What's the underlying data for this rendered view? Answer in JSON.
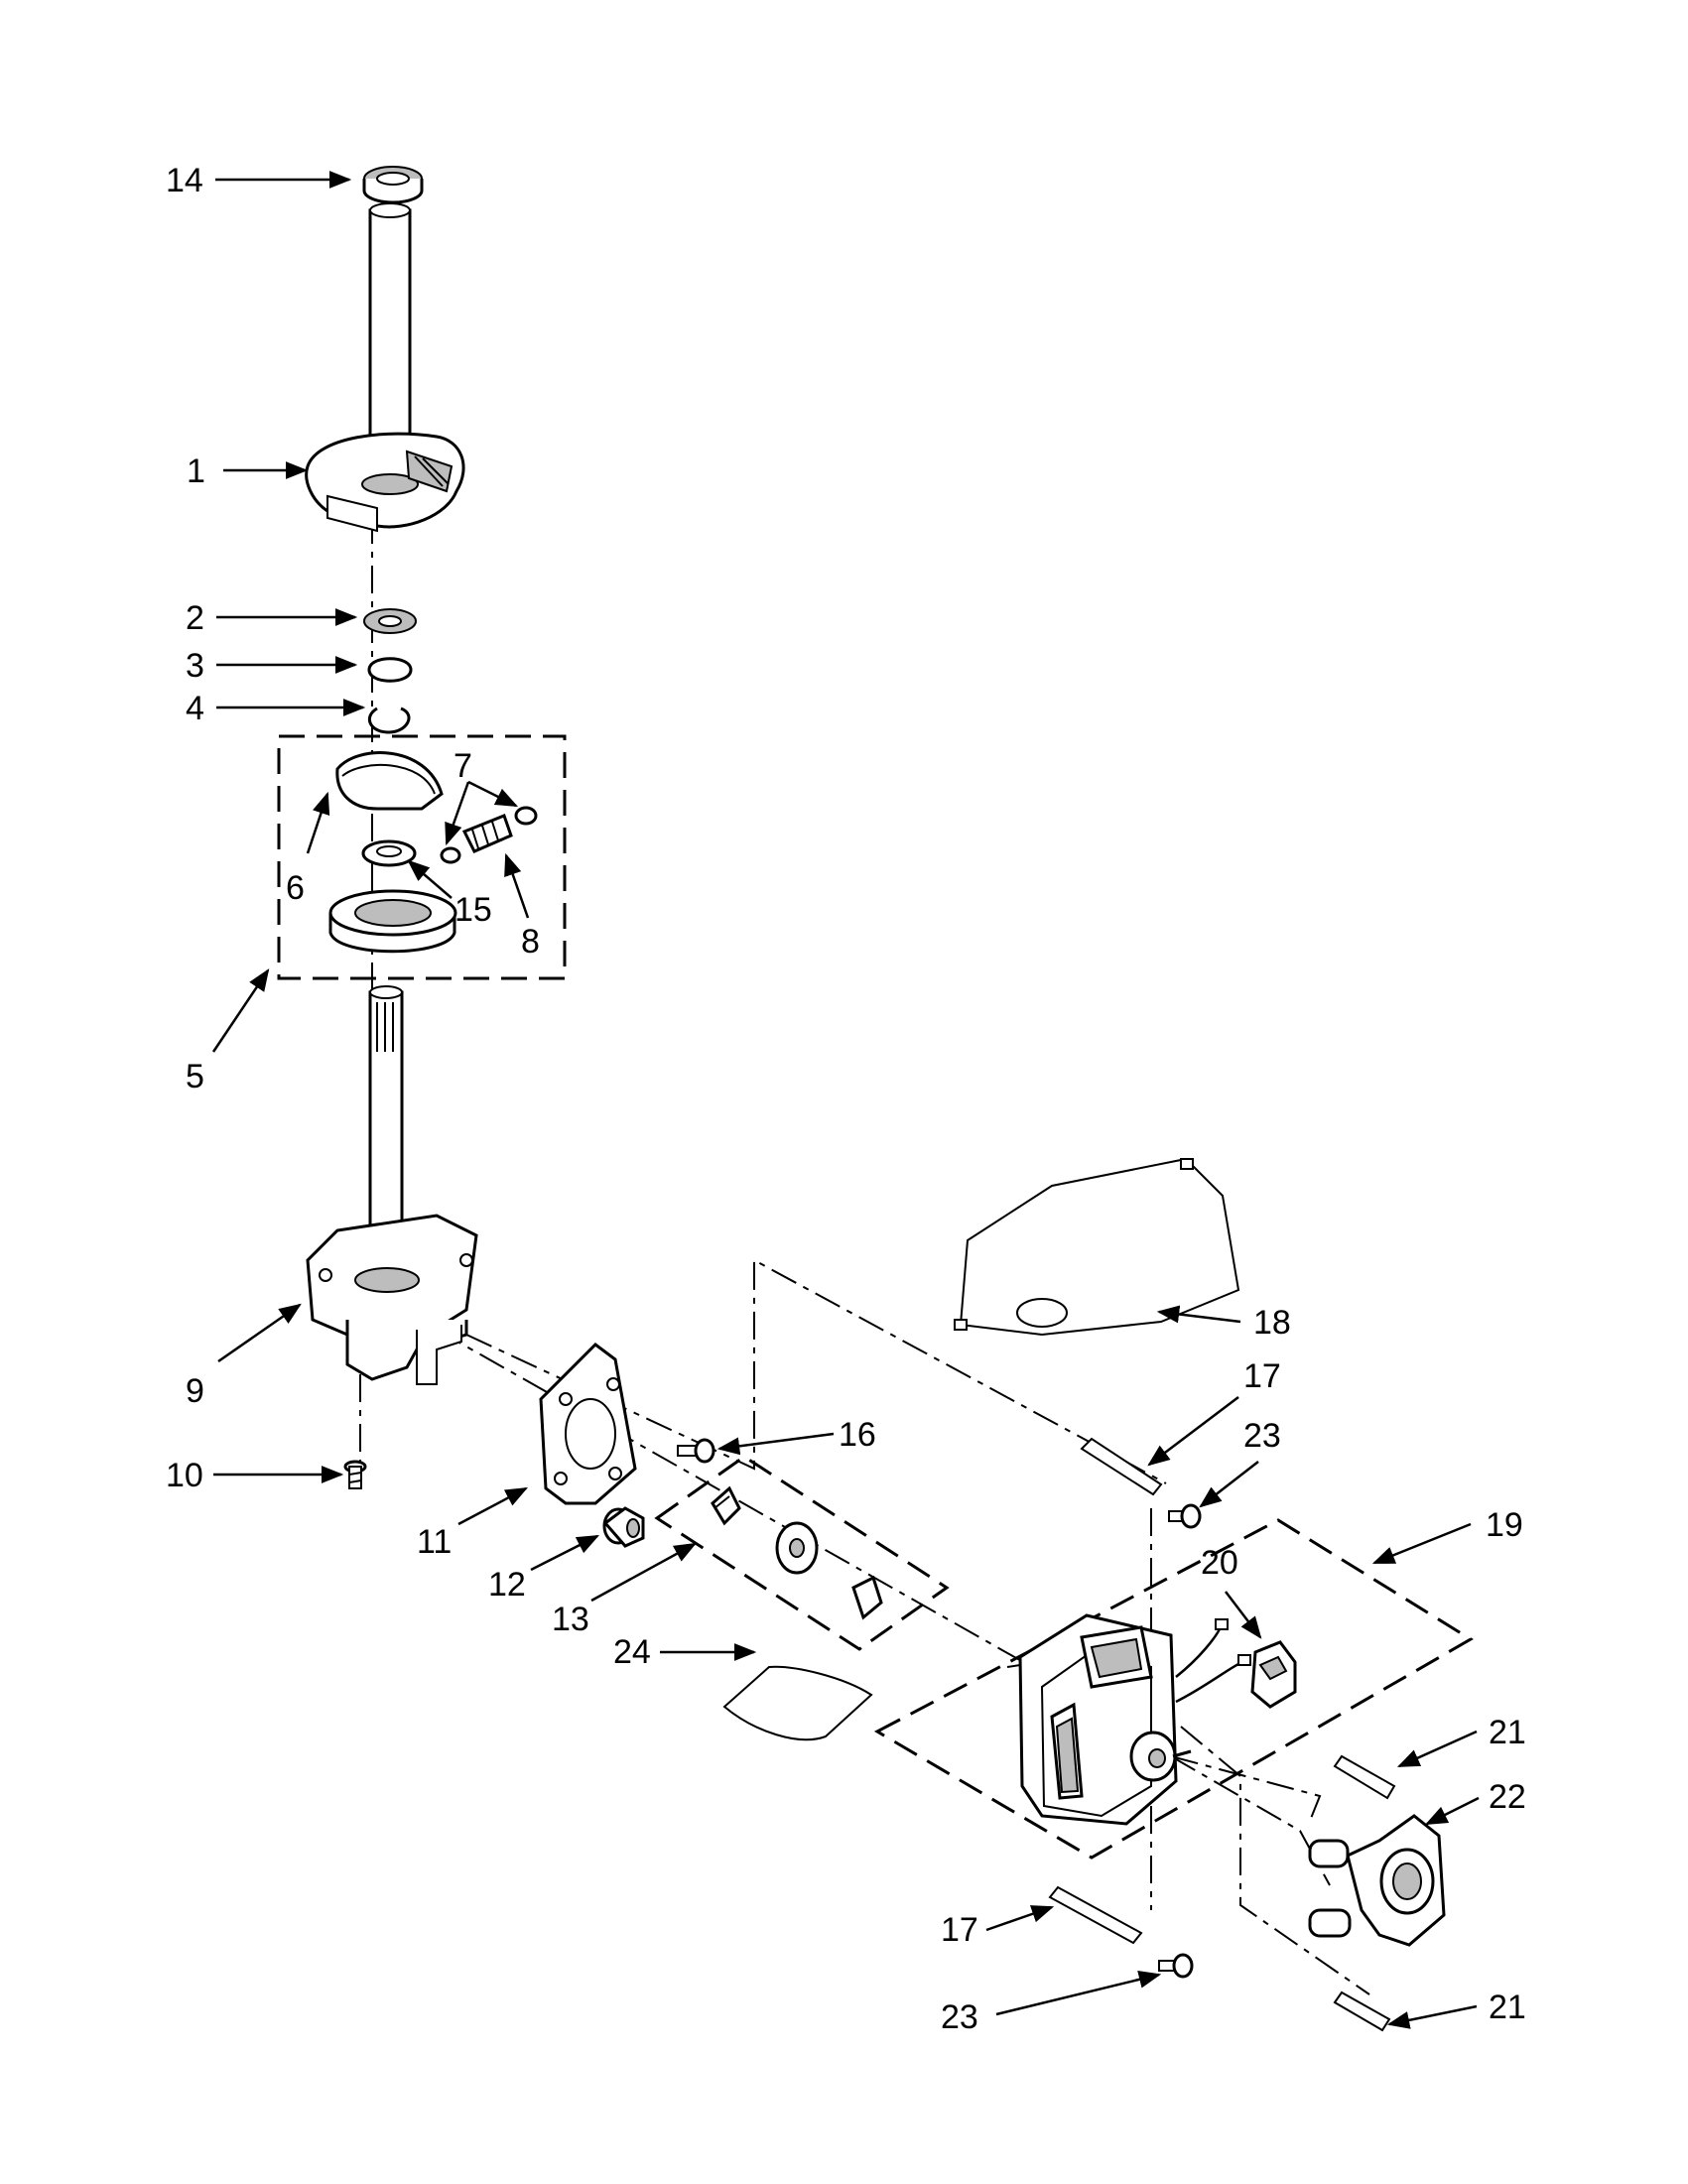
{
  "callouts": [
    {
      "id": "14",
      "text": "14"
    },
    {
      "id": "1",
      "text": "1"
    },
    {
      "id": "2",
      "text": "2"
    },
    {
      "id": "3",
      "text": "3"
    },
    {
      "id": "4",
      "text": "4"
    },
    {
      "id": "7",
      "text": "7"
    },
    {
      "id": "6",
      "text": "6"
    },
    {
      "id": "15",
      "text": "15"
    },
    {
      "id": "8",
      "text": "8"
    },
    {
      "id": "5",
      "text": "5"
    },
    {
      "id": "9",
      "text": "9"
    },
    {
      "id": "10",
      "text": "10"
    },
    {
      "id": "11",
      "text": "11"
    },
    {
      "id": "16",
      "text": "16"
    },
    {
      "id": "12",
      "text": "12"
    },
    {
      "id": "13",
      "text": "13"
    },
    {
      "id": "18",
      "text": "18"
    },
    {
      "id": "17a",
      "text": "17"
    },
    {
      "id": "23a",
      "text": "23"
    },
    {
      "id": "19",
      "text": "19"
    },
    {
      "id": "20",
      "text": "20"
    },
    {
      "id": "24",
      "text": "24"
    },
    {
      "id": "21a",
      "text": "21"
    },
    {
      "id": "22",
      "text": "22"
    },
    {
      "id": "17b",
      "text": "17"
    },
    {
      "id": "23b",
      "text": "23"
    },
    {
      "id": "21b",
      "text": "21"
    }
  ],
  "arrowheads": "#000000"
}
